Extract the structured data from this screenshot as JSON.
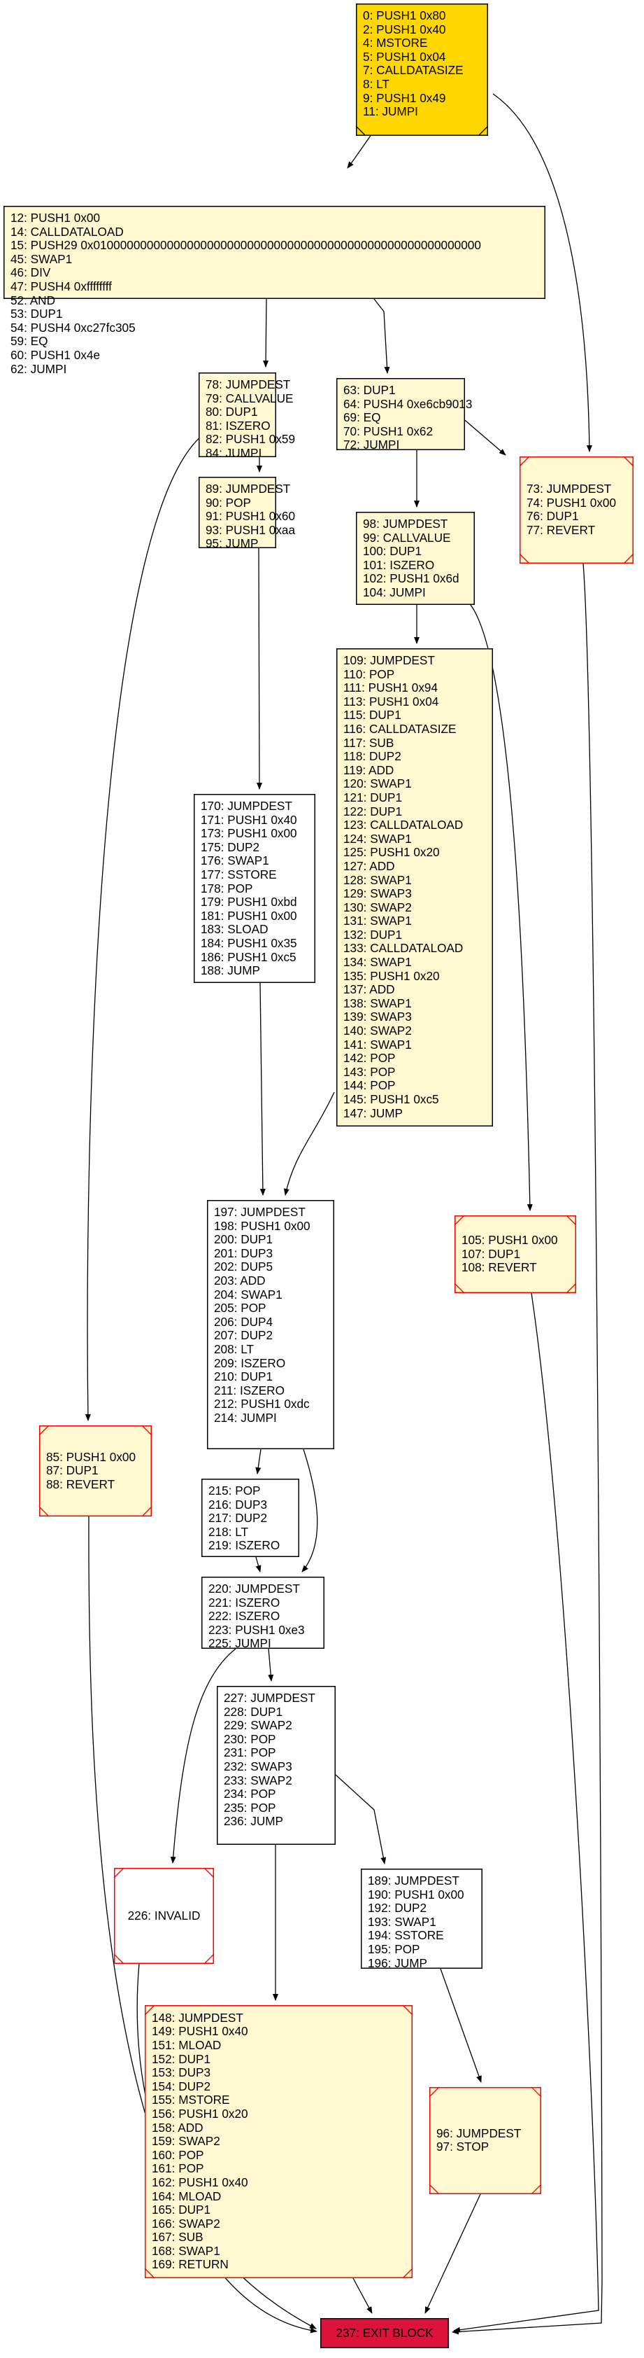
{
  "colors": {
    "entry_fill": "#ffd700",
    "block_fill": "#fff8d0",
    "plain_fill": "#ffffff",
    "exit_fill": "#dc143c",
    "terminal_border": "#ff0000",
    "edge": "#000000"
  },
  "nodes": [
    {
      "id": "n0",
      "kind": "entry",
      "lines": [
        "0: PUSH1 0x80",
        "2: PUSH1 0x40",
        "4: MSTORE",
        "5: PUSH1 0x04",
        "7: CALLDATASIZE",
        "8: LT",
        "9: PUSH1 0x49",
        "11: JUMPI"
      ]
    },
    {
      "id": "n12",
      "kind": "block",
      "lines": [
        "12: PUSH1 0x00",
        "14: CALLDATALOAD",
        "15: PUSH29 0x0100000000000000000000000000000000000000000000000000000000",
        "45: SWAP1",
        "46: DIV",
        "47: PUSH4 0xffffffff",
        "52: AND",
        "53: DUP1",
        "54: PUSH4 0xc27fc305",
        "59: EQ",
        "60: PUSH1 0x4e",
        "62: JUMPI"
      ]
    },
    {
      "id": "n78",
      "kind": "block",
      "lines": [
        "78: JUMPDEST",
        "79: CALLVALUE",
        "80: DUP1",
        "81: ISZERO",
        "82: PUSH1 0x59",
        "84: JUMPI"
      ]
    },
    {
      "id": "n63",
      "kind": "block",
      "lines": [
        "63: DUP1",
        "64: PUSH4 0xe6cb9013",
        "69: EQ",
        "70: PUSH1 0x62",
        "72: JUMPI"
      ]
    },
    {
      "id": "n73",
      "kind": "terminal",
      "lines": [
        "73: JUMPDEST",
        "74: PUSH1 0x00",
        "76: DUP1",
        "77: REVERT"
      ]
    },
    {
      "id": "n89",
      "kind": "block",
      "lines": [
        "89: JUMPDEST",
        "90: POP",
        "91: PUSH1 0x60",
        "93: PUSH1 0xaa",
        "95: JUMP"
      ]
    },
    {
      "id": "n98",
      "kind": "block",
      "lines": [
        "98: JUMPDEST",
        "99: CALLVALUE",
        "100: DUP1",
        "101: ISZERO",
        "102: PUSH1 0x6d",
        "104: JUMPI"
      ]
    },
    {
      "id": "n109",
      "kind": "block",
      "lines": [
        "109: JUMPDEST",
        "110: POP",
        "111: PUSH1 0x94",
        "113: PUSH1 0x04",
        "115: DUP1",
        "116: CALLDATASIZE",
        "117: SUB",
        "118: DUP2",
        "119: ADD",
        "120: SWAP1",
        "121: DUP1",
        "122: DUP1",
        "123: CALLDATALOAD",
        "124: SWAP1",
        "125: PUSH1 0x20",
        "127: ADD",
        "128: SWAP1",
        "129: SWAP3",
        "130: SWAP2",
        "131: SWAP1",
        "132: DUP1",
        "133: CALLDATALOAD",
        "134: SWAP1",
        "135: PUSH1 0x20",
        "137: ADD",
        "138: SWAP1",
        "139: SWAP3",
        "140: SWAP2",
        "141: SWAP1",
        "142: POP",
        "143: POP",
        "144: POP",
        "145: PUSH1 0xc5",
        "147: JUMP"
      ]
    },
    {
      "id": "n170",
      "kind": "plain",
      "lines": [
        "170: JUMPDEST",
        "171: PUSH1 0x40",
        "173: PUSH1 0x00",
        "175: DUP2",
        "176: SWAP1",
        "177: SSTORE",
        "178: POP",
        "179: PUSH1 0xbd",
        "181: PUSH1 0x00",
        "183: SLOAD",
        "184: PUSH1 0x35",
        "186: PUSH1 0xc5",
        "188: JUMP"
      ]
    },
    {
      "id": "n197",
      "kind": "plain",
      "lines": [
        "197: JUMPDEST",
        "198: PUSH1 0x00",
        "200: DUP1",
        "201: DUP3",
        "202: DUP5",
        "203: ADD",
        "204: SWAP1",
        "205: POP",
        "206: DUP4",
        "207: DUP2",
        "208: LT",
        "209: ISZERO",
        "210: DUP1",
        "211: ISZERO",
        "212: PUSH1 0xdc",
        "214: JUMPI"
      ]
    },
    {
      "id": "n105",
      "kind": "terminal",
      "lines": [
        "105: PUSH1 0x00",
        "107: DUP1",
        "108: REVERT"
      ]
    },
    {
      "id": "n85",
      "kind": "terminal",
      "lines": [
        "85: PUSH1 0x00",
        "87: DUP1",
        "88: REVERT"
      ]
    },
    {
      "id": "n215",
      "kind": "plain",
      "lines": [
        "215: POP",
        "216: DUP3",
        "217: DUP2",
        "218: LT",
        "219: ISZERO"
      ]
    },
    {
      "id": "n220",
      "kind": "plain",
      "lines": [
        "220: JUMPDEST",
        "221: ISZERO",
        "222: ISZERO",
        "223: PUSH1 0xe3",
        "225: JUMPI"
      ]
    },
    {
      "id": "n227",
      "kind": "plain",
      "lines": [
        "227: JUMPDEST",
        "228: DUP1",
        "229: SWAP2",
        "230: POP",
        "231: POP",
        "232: SWAP3",
        "233: SWAP2",
        "234: POP",
        "235: POP",
        "236: JUMP"
      ]
    },
    {
      "id": "n226",
      "kind": "invalid",
      "lines": [
        "226: INVALID"
      ]
    },
    {
      "id": "n189",
      "kind": "plain",
      "lines": [
        "189: JUMPDEST",
        "190: PUSH1 0x00",
        "192: DUP2",
        "193: SWAP1",
        "194: SSTORE",
        "195: POP",
        "196: JUMP"
      ]
    },
    {
      "id": "n148",
      "kind": "terminal",
      "lines": [
        "148: JUMPDEST",
        "149: PUSH1 0x40",
        "151: MLOAD",
        "152: DUP1",
        "153: DUP3",
        "154: DUP2",
        "155: MSTORE",
        "156: PUSH1 0x20",
        "158: ADD",
        "159: SWAP2",
        "160: POP",
        "161: POP",
        "162: PUSH1 0x40",
        "164: MLOAD",
        "165: DUP1",
        "166: SWAP2",
        "167: SUB",
        "168: SWAP1",
        "169: RETURN"
      ]
    },
    {
      "id": "n96",
      "kind": "terminal",
      "lines": [
        "96: JUMPDEST",
        "97: STOP"
      ]
    },
    {
      "id": "n237",
      "kind": "exit",
      "lines": [
        "237: EXIT BLOCK"
      ]
    }
  ],
  "edges": [
    [
      "n0",
      "n12"
    ],
    [
      "n0",
      "n73"
    ],
    [
      "n12",
      "n78"
    ],
    [
      "n12",
      "n63"
    ],
    [
      "n78",
      "n89"
    ],
    [
      "n78",
      "n85"
    ],
    [
      "n63",
      "n98"
    ],
    [
      "n63",
      "n73"
    ],
    [
      "n89",
      "n170"
    ],
    [
      "n98",
      "n109"
    ],
    [
      "n98",
      "n105"
    ],
    [
      "n170",
      "n197"
    ],
    [
      "n109",
      "n197"
    ],
    [
      "n197",
      "n215"
    ],
    [
      "n197",
      "n220"
    ],
    [
      "n215",
      "n220"
    ],
    [
      "n220",
      "n227"
    ],
    [
      "n220",
      "n226"
    ],
    [
      "n227",
      "n189"
    ],
    [
      "n227",
      "n148"
    ],
    [
      "n189",
      "n96"
    ],
    [
      "n73",
      "n237"
    ],
    [
      "n105",
      "n237"
    ],
    [
      "n85",
      "n237"
    ],
    [
      "n226",
      "n237"
    ],
    [
      "n148",
      "n237"
    ],
    [
      "n96",
      "n237"
    ]
  ]
}
